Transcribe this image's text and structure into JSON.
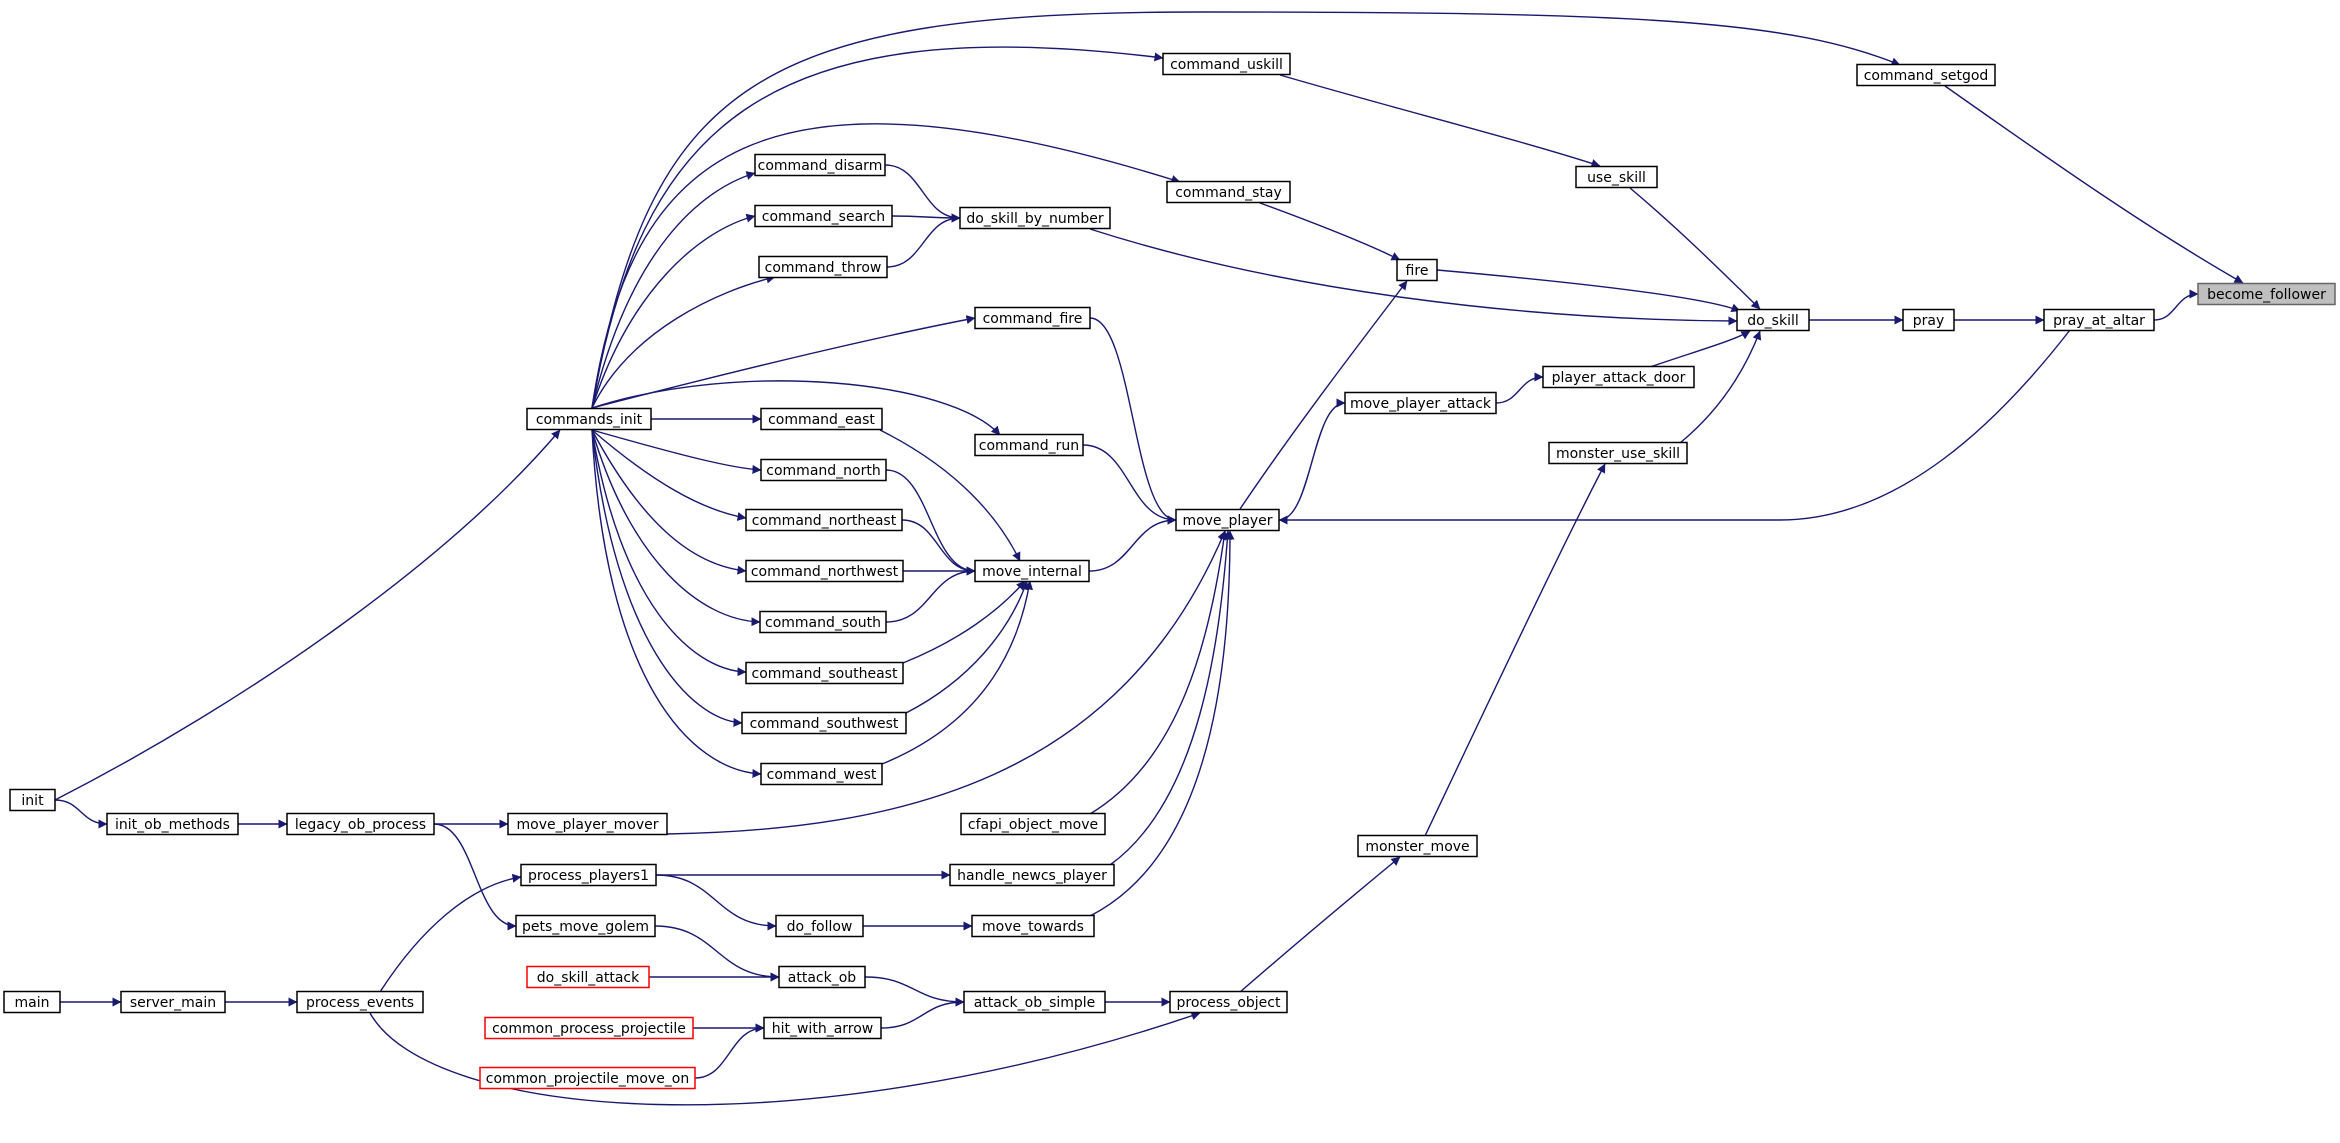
{
  "graph": {
    "title": "",
    "colors": {
      "edge": "#191970",
      "node_border": "#000000",
      "truncated_border": "#ff0000",
      "focus_fill": "#bfbfbf"
    },
    "nodes": [
      {
        "id": "become_follower",
        "label": "become_follower",
        "kind": "focus"
      },
      {
        "id": "command_setgod",
        "label": "command_setgod",
        "kind": "normal"
      },
      {
        "id": "pray_at_altar",
        "label": "pray_at_altar",
        "kind": "normal"
      },
      {
        "id": "pray",
        "label": "pray",
        "kind": "normal"
      },
      {
        "id": "do_skill",
        "label": "do_skill",
        "kind": "normal"
      },
      {
        "id": "use_skill",
        "label": "use_skill",
        "kind": "normal"
      },
      {
        "id": "fire",
        "label": "fire",
        "kind": "normal"
      },
      {
        "id": "player_attack_door",
        "label": "player_attack_door",
        "kind": "normal"
      },
      {
        "id": "monster_use_skill",
        "label": "monster_use_skill",
        "kind": "normal"
      },
      {
        "id": "command_uskill",
        "label": "command_uskill",
        "kind": "normal"
      },
      {
        "id": "command_stay",
        "label": "command_stay",
        "kind": "normal"
      },
      {
        "id": "do_skill_by_number",
        "label": "do_skill_by_number",
        "kind": "normal"
      },
      {
        "id": "move_player_attack",
        "label": "move_player_attack",
        "kind": "normal"
      },
      {
        "id": "move_player",
        "label": "move_player",
        "kind": "normal"
      },
      {
        "id": "monster_move",
        "label": "monster_move",
        "kind": "normal"
      },
      {
        "id": "process_object",
        "label": "process_object",
        "kind": "normal"
      },
      {
        "id": "command_disarm",
        "label": "command_disarm",
        "kind": "normal"
      },
      {
        "id": "command_search",
        "label": "command_search",
        "kind": "normal"
      },
      {
        "id": "command_throw",
        "label": "command_throw",
        "kind": "normal"
      },
      {
        "id": "command_fire",
        "label": "command_fire",
        "kind": "normal"
      },
      {
        "id": "command_run",
        "label": "command_run",
        "kind": "normal"
      },
      {
        "id": "move_internal",
        "label": "move_internal",
        "kind": "normal"
      },
      {
        "id": "cfapi_object_move",
        "label": "cfapi_object_move",
        "kind": "normal"
      },
      {
        "id": "handle_newcs_player",
        "label": "handle_newcs_player",
        "kind": "normal"
      },
      {
        "id": "move_towards",
        "label": "move_towards",
        "kind": "normal"
      },
      {
        "id": "attack_ob_simple",
        "label": "attack_ob_simple",
        "kind": "normal"
      },
      {
        "id": "commands_init",
        "label": "commands_init",
        "kind": "normal"
      },
      {
        "id": "command_east",
        "label": "command_east",
        "kind": "normal"
      },
      {
        "id": "command_north",
        "label": "command_north",
        "kind": "normal"
      },
      {
        "id": "command_northeast",
        "label": "command_northeast",
        "kind": "normal"
      },
      {
        "id": "command_northwest",
        "label": "command_northwest",
        "kind": "normal"
      },
      {
        "id": "command_south",
        "label": "command_south",
        "kind": "normal"
      },
      {
        "id": "command_southeast",
        "label": "command_southeast",
        "kind": "normal"
      },
      {
        "id": "command_southwest",
        "label": "command_southwest",
        "kind": "normal"
      },
      {
        "id": "command_west",
        "label": "command_west",
        "kind": "normal"
      },
      {
        "id": "do_follow",
        "label": "do_follow",
        "kind": "normal"
      },
      {
        "id": "attack_ob",
        "label": "attack_ob",
        "kind": "normal"
      },
      {
        "id": "hit_with_arrow",
        "label": "hit_with_arrow",
        "kind": "normal"
      },
      {
        "id": "move_player_mover",
        "label": "move_player_mover",
        "kind": "normal"
      },
      {
        "id": "process_players1",
        "label": "process_players1",
        "kind": "normal"
      },
      {
        "id": "pets_move_golem",
        "label": "pets_move_golem",
        "kind": "normal"
      },
      {
        "id": "do_skill_attack",
        "label": "do_skill_attack",
        "kind": "truncated"
      },
      {
        "id": "common_process_projectile",
        "label": "common_process_projectile",
        "kind": "truncated"
      },
      {
        "id": "common_projectile_move_on",
        "label": "common_projectile_move_on",
        "kind": "truncated"
      },
      {
        "id": "legacy_ob_process",
        "label": "legacy_ob_process",
        "kind": "normal"
      },
      {
        "id": "process_events",
        "label": "process_events",
        "kind": "normal"
      },
      {
        "id": "init_ob_methods",
        "label": "init_ob_methods",
        "kind": "normal"
      },
      {
        "id": "server_main",
        "label": "server_main",
        "kind": "normal"
      },
      {
        "id": "init",
        "label": "init",
        "kind": "normal"
      },
      {
        "id": "main",
        "label": "main",
        "kind": "normal"
      }
    ],
    "edges": [
      {
        "from": "command_setgod",
        "to": "become_follower"
      },
      {
        "from": "pray_at_altar",
        "to": "become_follower"
      },
      {
        "from": "pray",
        "to": "pray_at_altar"
      },
      {
        "from": "do_skill",
        "to": "pray"
      },
      {
        "from": "pray_at_altar",
        "to": "move_player"
      },
      {
        "from": "commands_init",
        "to": "command_setgod"
      },
      {
        "from": "use_skill",
        "to": "do_skill"
      },
      {
        "from": "fire",
        "to": "do_skill"
      },
      {
        "from": "do_skill_by_number",
        "to": "do_skill"
      },
      {
        "from": "player_attack_door",
        "to": "do_skill"
      },
      {
        "from": "monster_use_skill",
        "to": "do_skill"
      },
      {
        "from": "command_uskill",
        "to": "use_skill"
      },
      {
        "from": "commands_init",
        "to": "command_uskill"
      },
      {
        "from": "command_stay",
        "to": "fire"
      },
      {
        "from": "move_player",
        "to": "fire"
      },
      {
        "from": "commands_init",
        "to": "command_stay"
      },
      {
        "from": "command_disarm",
        "to": "do_skill_by_number"
      },
      {
        "from": "command_search",
        "to": "do_skill_by_number"
      },
      {
        "from": "command_throw",
        "to": "do_skill_by_number"
      },
      {
        "from": "commands_init",
        "to": "command_disarm"
      },
      {
        "from": "commands_init",
        "to": "command_search"
      },
      {
        "from": "commands_init",
        "to": "command_throw"
      },
      {
        "from": "move_player_attack",
        "to": "player_attack_door"
      },
      {
        "from": "move_player",
        "to": "move_player_attack"
      },
      {
        "from": "monster_move",
        "to": "monster_use_skill"
      },
      {
        "from": "process_object",
        "to": "monster_move"
      },
      {
        "from": "command_fire",
        "to": "move_player"
      },
      {
        "from": "command_run",
        "to": "move_player"
      },
      {
        "from": "move_internal",
        "to": "move_player"
      },
      {
        "from": "cfapi_object_move",
        "to": "move_player"
      },
      {
        "from": "handle_newcs_player",
        "to": "move_player"
      },
      {
        "from": "move_towards",
        "to": "move_player"
      },
      {
        "from": "move_player_mover",
        "to": "move_player"
      },
      {
        "from": "commands_init",
        "to": "command_fire"
      },
      {
        "from": "commands_init",
        "to": "command_run"
      },
      {
        "from": "command_east",
        "to": "move_internal"
      },
      {
        "from": "command_north",
        "to": "move_internal"
      },
      {
        "from": "command_northeast",
        "to": "move_internal"
      },
      {
        "from": "command_northwest",
        "to": "move_internal"
      },
      {
        "from": "command_south",
        "to": "move_internal"
      },
      {
        "from": "command_southeast",
        "to": "move_internal"
      },
      {
        "from": "command_southwest",
        "to": "move_internal"
      },
      {
        "from": "command_west",
        "to": "move_internal"
      },
      {
        "from": "commands_init",
        "to": "command_east"
      },
      {
        "from": "commands_init",
        "to": "command_north"
      },
      {
        "from": "commands_init",
        "to": "command_northeast"
      },
      {
        "from": "commands_init",
        "to": "command_northwest"
      },
      {
        "from": "commands_init",
        "to": "command_south"
      },
      {
        "from": "commands_init",
        "to": "command_southeast"
      },
      {
        "from": "commands_init",
        "to": "command_southwest"
      },
      {
        "from": "commands_init",
        "to": "command_west"
      },
      {
        "from": "init",
        "to": "commands_init"
      },
      {
        "from": "process_players1",
        "to": "handle_newcs_player"
      },
      {
        "from": "do_follow",
        "to": "move_towards"
      },
      {
        "from": "process_players1",
        "to": "do_follow"
      },
      {
        "from": "attack_ob",
        "to": "attack_ob_simple"
      },
      {
        "from": "hit_with_arrow",
        "to": "attack_ob_simple"
      },
      {
        "from": "attack_ob_simple",
        "to": "process_object"
      },
      {
        "from": "pets_move_golem",
        "to": "attack_ob"
      },
      {
        "from": "do_skill_attack",
        "to": "attack_ob"
      },
      {
        "from": "common_process_projectile",
        "to": "hit_with_arrow"
      },
      {
        "from": "common_projectile_move_on",
        "to": "hit_with_arrow"
      },
      {
        "from": "legacy_ob_process",
        "to": "move_player_mover"
      },
      {
        "from": "process_events",
        "to": "process_players1"
      },
      {
        "from": "process_events",
        "to": "process_object"
      },
      {
        "from": "legacy_ob_process",
        "to": "pets_move_golem"
      },
      {
        "from": "init_ob_methods",
        "to": "legacy_ob_process"
      },
      {
        "from": "init",
        "to": "init_ob_methods"
      },
      {
        "from": "server_main",
        "to": "process_events"
      },
      {
        "from": "main",
        "to": "server_main"
      }
    ]
  }
}
